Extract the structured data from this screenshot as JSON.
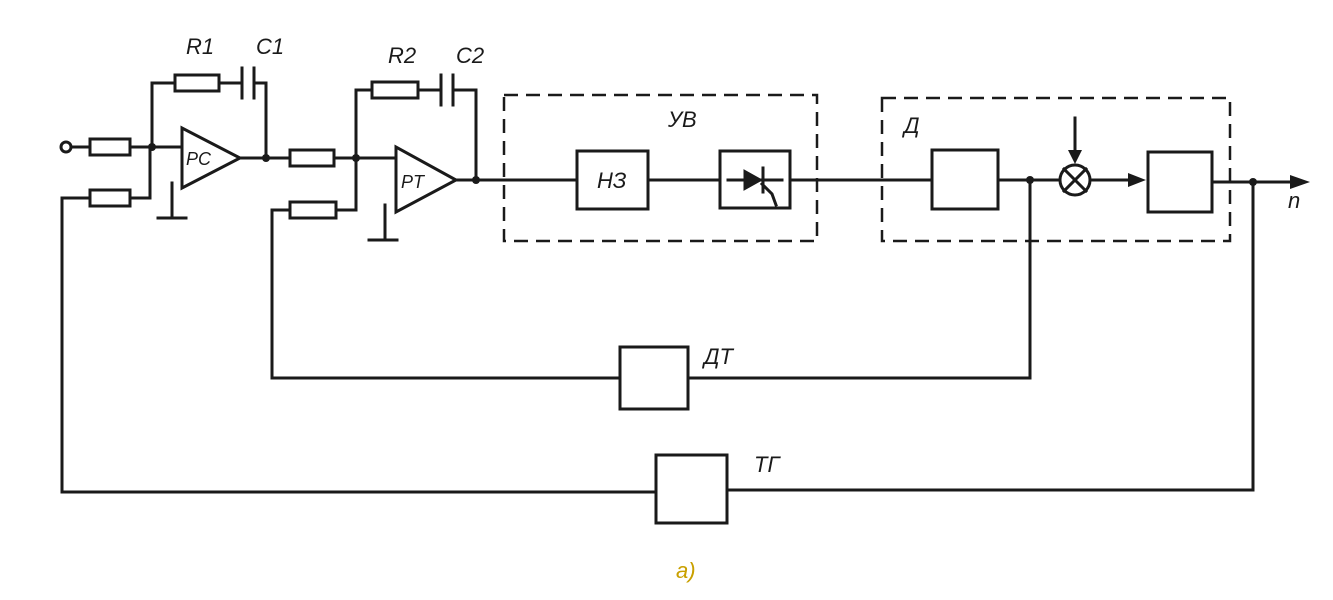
{
  "labels": {
    "r1": "R1",
    "c1": "C1",
    "r2": "R2",
    "c2": "C2",
    "rs": "PC",
    "rt": "PT",
    "uv": "УВ",
    "nz": "НЗ",
    "d": "Д",
    "dt": "ДТ",
    "tg": "ТГ",
    "n": "n",
    "caption": "а)"
  },
  "colors": {
    "line": "#1a1a1a",
    "caption": "#c9a000"
  }
}
